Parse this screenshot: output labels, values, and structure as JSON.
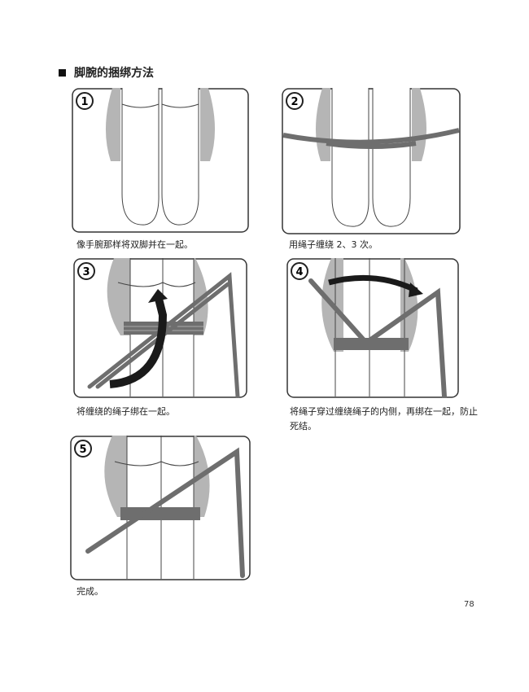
{
  "section_title": "脚腕的捆绑方法",
  "steps": [
    {
      "number": "1",
      "caption": "像手腕那样将双脚并在一起。"
    },
    {
      "number": "2",
      "caption": "用绳子缠绕 2、3 次。"
    },
    {
      "number": "3",
      "caption": "将缠绕的绳子绑在一起。"
    },
    {
      "number": "4",
      "caption": "将绳子穿过缠绕绳子的内侧，再绑在一起，防止死结。"
    },
    {
      "number": "5",
      "caption": "完成。"
    }
  ],
  "page_number": "78",
  "colors": {
    "rope": "#6e6e6e",
    "arrow": "#1a1a1a",
    "shade": "#b5b5b5"
  }
}
